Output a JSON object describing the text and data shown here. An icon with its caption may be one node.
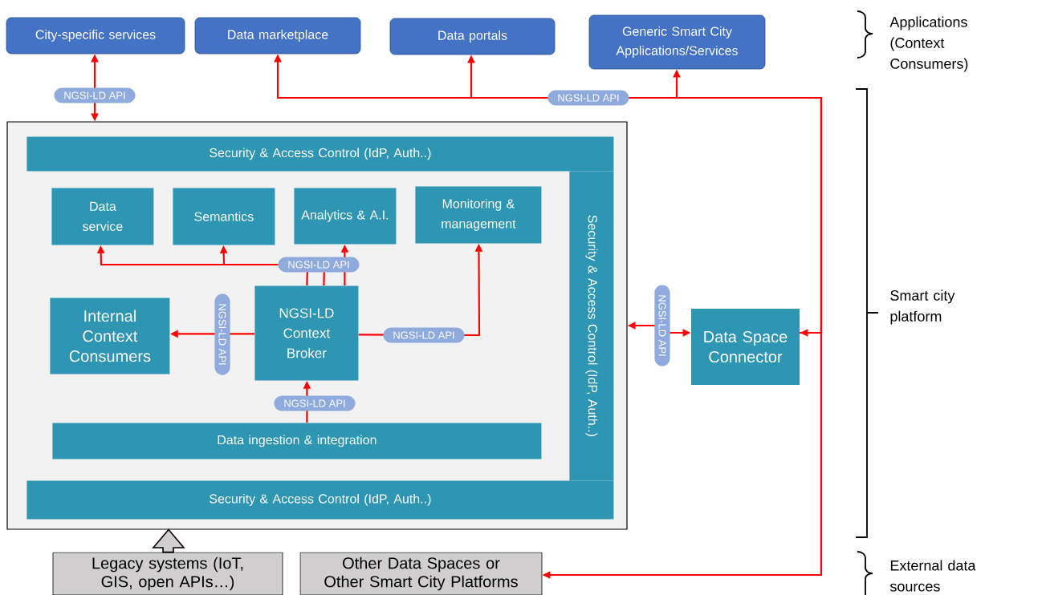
{
  "diagram": {
    "nodes": [
      {
        "text": [
          "City-specific services"
        ]
      },
      {
        "text": [
          "Data marketplace"
        ]
      },
      {
        "text": [
          "Data portals"
        ]
      },
      {
        "text": [
          "Generic Smart City Applications/Services"
        ]
      },
      {
        "text": [],
        "shape": "box"
      },
      {
        "text": [
          "Security & Access Control (IdP, Auth..)"
        ],
        "in": 4
      },
      {
        "text": [
          "Data service"
        ],
        "in": 4
      },
      {
        "text": [
          "Semantics"
        ],
        "in": 4
      },
      {
        "text": [
          "Analytics & A.I."
        ],
        "in": 4
      },
      {
        "text": [
          "Monitoring & management"
        ],
        "in": 4
      },
      {
        "text": [
          "Security & Access Control (IdP, Auth..)"
        ],
        "in": 4
      },
      {
        "text": [
          "Internal Context Consumers"
        ],
        "in": 4
      },
      {
        "text": [
          "NGSI-LD Context Broker"
        ],
        "in": 4
      },
      {
        "text": [
          "Data ingestion & integration"
        ],
        "in": 4
      },
      {
        "text": [
          "Security & Access Control (IdP, Auth..)"
        ],
        "in": 4
      },
      {
        "text": [
          "Data Space Connector"
        ]
      },
      {
        "text": [
          "Legacy systems (IoT, GIS, open APIs…)"
        ]
      },
      {
        "text": [
          "Other Data Spaces or Other Smart City Platforms"
        ]
      }
    ],
    "edges": [
      {
        "from": 4,
        "to": 0,
        "arrow": "both",
        "label": "NGSI-LD API"
      },
      {
        "from": 15,
        "to": 3,
        "arrow": "both"
      },
      {
        "from": 15,
        "to": 2,
        "arrow": "to",
        "label": "NGSI-LD API"
      },
      {
        "from": 15,
        "to": 1,
        "arrow": "to"
      },
      {
        "from": 15,
        "to": 17,
        "arrow": "to"
      },
      {
        "from": 15,
        "to": 4,
        "arrow": "both",
        "label": "NGSI-LD API"
      },
      {
        "from": 12,
        "to": 11,
        "arrow": "to",
        "label": "NGSI-LD API"
      },
      {
        "from": 12,
        "to": 6,
        "arrow": "to"
      },
      {
        "from": 12,
        "to": 7,
        "arrow": "to"
      },
      {
        "from": 12,
        "to": 8,
        "arrow": "to",
        "label": "NGSI-LD API"
      },
      {
        "from": 12,
        "to": 9,
        "arrow": "to",
        "label": "NGSI-LD API"
      },
      {
        "from": 13,
        "to": 12,
        "arrow": "to",
        "label": "NGSI-LD API"
      },
      {
        "from": 16,
        "to": 4,
        "arrow": "to",
        "style": "thick",
        "color": "#000000"
      }
    ],
    "labels": [
      "Applications (Context Consumers)",
      "Smart city platform",
      "External data sources"
    ]
  }
}
